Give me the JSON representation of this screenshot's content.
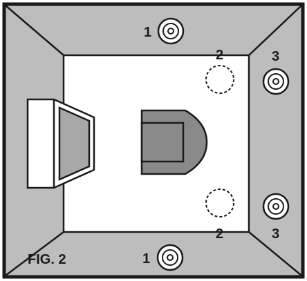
{
  "figure": {
    "caption": "FIG. 2"
  },
  "colors": {
    "wall_fill": "#bdbdbd",
    "floor_fill": "#ffffff",
    "stroke": "#1a1a1a",
    "device_fill": "#8a8a8a",
    "screen_fill": "#a8a8a8"
  },
  "speakers": {
    "front_left_label": "1",
    "front_right_label": "1",
    "rear_top_label": "2",
    "rear_bottom_label": "2",
    "side_top_label": "3",
    "side_bottom_label": "3"
  },
  "objects": {
    "display_icon": "tv-icon",
    "seat_icon": "armchair-icon",
    "speaker_icon": "speaker-icon",
    "placeholder_icon": "dashed-circle-icon"
  }
}
